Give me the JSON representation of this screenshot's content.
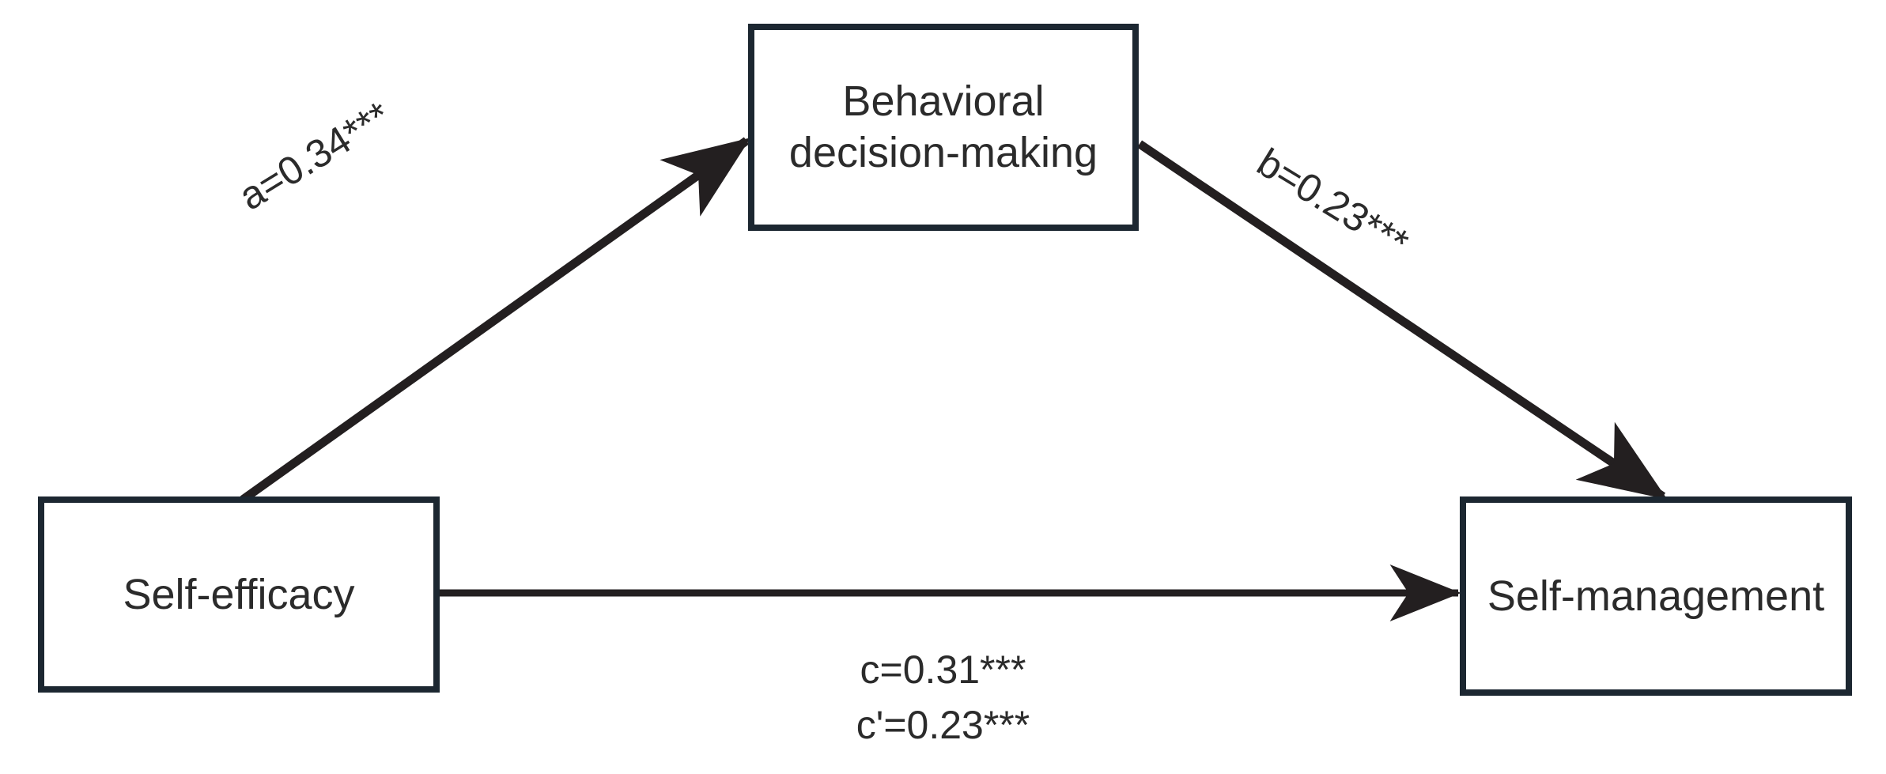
{
  "diagram": {
    "type": "mediation-model",
    "title": "",
    "background_color": "#ffffff",
    "node_border_color": "#1c2731",
    "text_color": "#2b2b2b",
    "edge_color": "#231f20",
    "nodes": [
      {
        "id": "self-efficacy",
        "label": "Self-efficacy",
        "role": "independent-variable"
      },
      {
        "id": "behavioral-decision-making",
        "label": "Behavioral\ndecision-making",
        "role": "mediator"
      },
      {
        "id": "self-management",
        "label": "Self-management",
        "role": "dependent-variable"
      }
    ],
    "edges": [
      {
        "id": "path-a",
        "from": "self-efficacy",
        "to": "behavioral-decision-making",
        "label": "a=0.34***",
        "coefficient": 0.34,
        "significance": "***"
      },
      {
        "id": "path-b",
        "from": "behavioral-decision-making",
        "to": "self-management",
        "label": "b=0.23***",
        "coefficient": 0.23,
        "significance": "***"
      },
      {
        "id": "path-c",
        "from": "self-efficacy",
        "to": "self-management",
        "label_total": "c=0.31***",
        "label_direct": "c'=0.23***",
        "coefficient_total": 0.31,
        "coefficient_direct": 0.23,
        "significance": "***"
      }
    ]
  }
}
